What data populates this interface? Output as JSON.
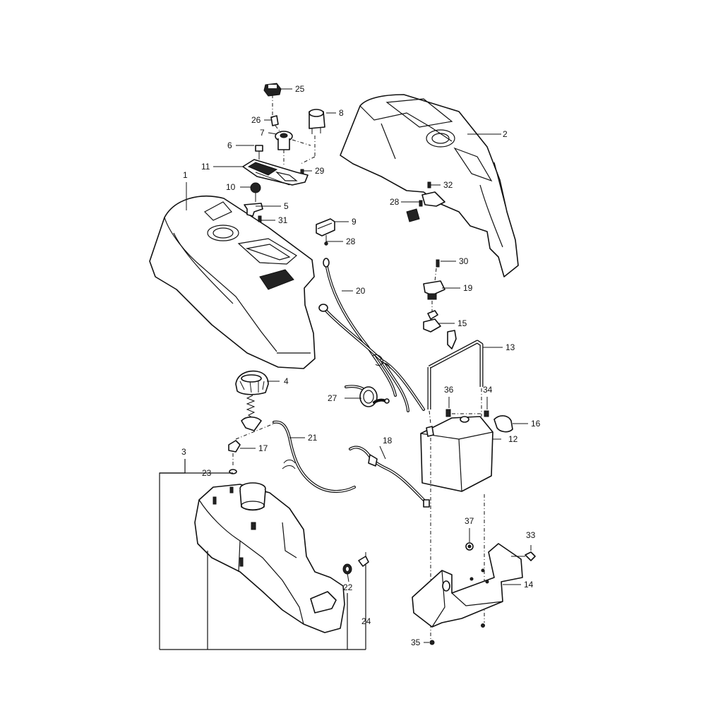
{
  "diagram": {
    "callouts": [
      {
        "id": "c1",
        "label": "1"
      },
      {
        "id": "c2",
        "label": "2"
      },
      {
        "id": "c3",
        "label": "3"
      },
      {
        "id": "c4",
        "label": "4"
      },
      {
        "id": "c5",
        "label": "5"
      },
      {
        "id": "c6",
        "label": "6"
      },
      {
        "id": "c7",
        "label": "7"
      },
      {
        "id": "c8",
        "label": "8"
      },
      {
        "id": "c9",
        "label": "9"
      },
      {
        "id": "c10",
        "label": "10"
      },
      {
        "id": "c11",
        "label": "11"
      },
      {
        "id": "c12",
        "label": "12"
      },
      {
        "id": "c13",
        "label": "13"
      },
      {
        "id": "c14",
        "label": "14"
      },
      {
        "id": "c15",
        "label": "15"
      },
      {
        "id": "c16",
        "label": "16"
      },
      {
        "id": "c17",
        "label": "17"
      },
      {
        "id": "c18",
        "label": "18"
      },
      {
        "id": "c19",
        "label": "19"
      },
      {
        "id": "c20",
        "label": "20"
      },
      {
        "id": "c21",
        "label": "21"
      },
      {
        "id": "c22",
        "label": "22"
      },
      {
        "id": "c23",
        "label": "23"
      },
      {
        "id": "c24",
        "label": "24"
      },
      {
        "id": "c25",
        "label": "25"
      },
      {
        "id": "c26",
        "label": "26"
      },
      {
        "id": "c27",
        "label": "27"
      },
      {
        "id": "c28a",
        "label": "28"
      },
      {
        "id": "c28b",
        "label": "28"
      },
      {
        "id": "c29",
        "label": "29"
      },
      {
        "id": "c30",
        "label": "30"
      },
      {
        "id": "c31",
        "label": "31"
      },
      {
        "id": "c32",
        "label": "32"
      },
      {
        "id": "c33",
        "label": "33"
      },
      {
        "id": "c34",
        "label": "34"
      },
      {
        "id": "c35",
        "label": "35"
      },
      {
        "id": "c36",
        "label": "36"
      },
      {
        "id": "c37",
        "label": "37"
      }
    ]
  }
}
